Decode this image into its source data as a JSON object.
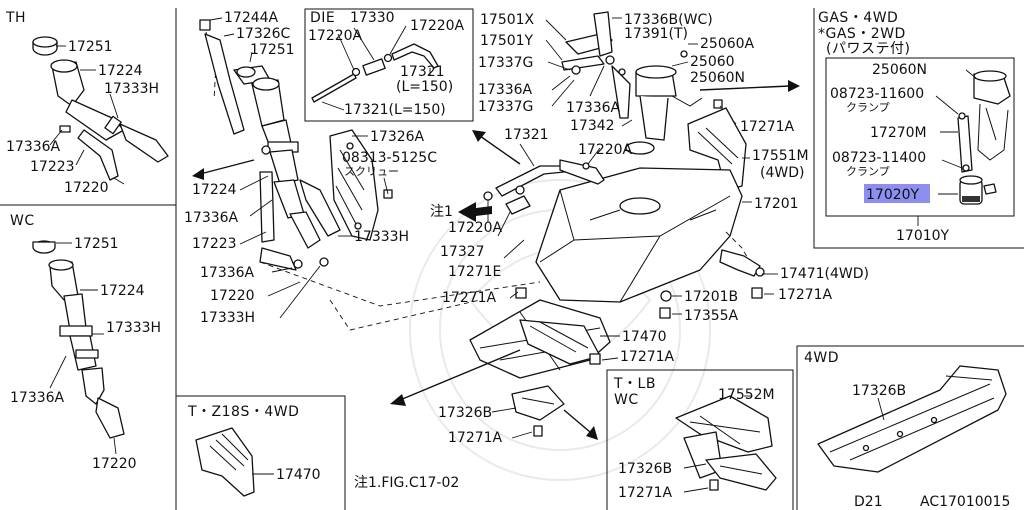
{
  "figure_id": "AC17010015",
  "model_code": "D21",
  "note_ref": "注1.FIG.C17-02",
  "note_marker": "注1",
  "panels": {
    "th": "TH",
    "wc": "WC",
    "die": "DIE",
    "gas": [
      "GAS・4WD",
      "*GAS・2WD",
      "(パワステ付)"
    ],
    "tz": "T・Z18S・4WD",
    "tlb": [
      "T・LB",
      "WC"
    ],
    "four_wd": "4WD"
  },
  "labels": {
    "p17251_th": "17251",
    "p17224_th": "17224",
    "p17333h_th": "17333H",
    "p17336a_th": "17336A",
    "p17223_th": "17223",
    "p17220_th": "17220",
    "p17251_wc": "17251",
    "p17224_wc": "17224",
    "p17333h_wc": "17333H",
    "p17336a_wc": "17336A",
    "p17220_wc": "17220",
    "p17470_tz": "17470",
    "p17244a": "17244A",
    "p17326c": "17326C",
    "p17251_c": "17251",
    "p17224_c": "17224",
    "p17336a_c1": "17336A",
    "p17223_c": "17223",
    "p17336a_c2": "17336A",
    "p17220_c": "17220",
    "p17333h_c1": "17333H",
    "p17333h_c2": "17333H",
    "p17326a": "17326A",
    "p08313": "08313-5125C",
    "screw": "スクリュー",
    "p17330": "17330",
    "p17220a_die1": "17220A",
    "p17220a_die2": "17220A",
    "p17321_die1": "17321",
    "l150_1": "(L=150)",
    "p17321_die2": "17321(L=150)",
    "p17321": "17321",
    "p17220a_m1": "17220A",
    "p17220a_m2": "17220A",
    "p17327": "17327",
    "p17271e": "17271E",
    "p17271a_m1": "17271A",
    "p17501x": "17501X",
    "p17501y": "17501Y",
    "p17337g": "17337G",
    "p17336a_t1": "17336A",
    "p17337g_2": "17337G",
    "p17336a_t2": "17336A",
    "p17336b": "17336B(WC)",
    "p17391": "17391(T)",
    "p25060a": "25060A",
    "p25060": "25060",
    "p25060n": "25060N",
    "p17342": "17342",
    "p17271a_t": "17271A",
    "p17551m": "17551M",
    "p4wd_551": "(4WD)",
    "p17201": "17201",
    "p17471": "17471(4WD)",
    "p17201b": "17201B",
    "p17271a_r": "17271A",
    "p17355a": "17355A",
    "p17470": "17470",
    "p17271a_b": "17271A",
    "p17326b": "17326B",
    "p17271a_b2": "17271A",
    "p17552m": "17552M",
    "p17326b_t": "17326B",
    "p17271a_t2": "17271A",
    "p17326b_4wd": "17326B",
    "p25060n_gas": "25060N",
    "p08723_11600": "08723-11600",
    "clamp1": "クランプ",
    "p17270m": "17270M",
    "p08723_11400": "08723-11400",
    "clamp2": "クランプ",
    "p17020y": "17020Y",
    "p17010y": "17010Y"
  },
  "colors": {
    "highlight": "#8d8ff0",
    "ink": "#111111"
  }
}
